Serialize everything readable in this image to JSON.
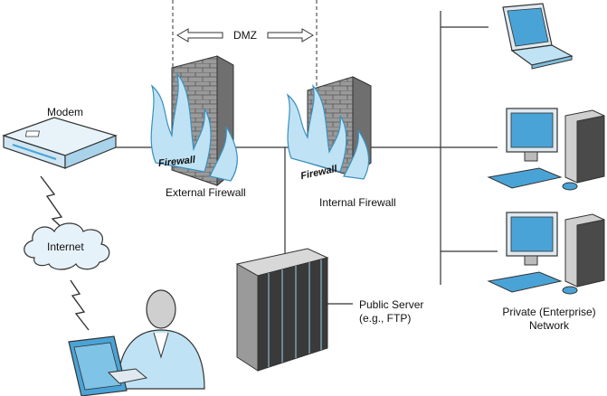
{
  "labels": {
    "dmz": "DMZ",
    "modem": "Modem",
    "internet": "Internet",
    "external_firewall": "External Firewall",
    "internal_firewall": "Internal Firewall",
    "firewall_tag": "Firewall",
    "public_server_line1": "Public Server",
    "public_server_line2": "(e.g., FTP)",
    "private_network_line1": "Private (Enterprise)",
    "private_network_line2": "Network"
  },
  "icons": {
    "modem": "modem-icon",
    "internet": "cloud-icon",
    "firewall": "brick-wall-flame-icon",
    "server": "server-rack-icon",
    "laptop": "laptop-icon",
    "desktop": "desktop-pc-icon",
    "user": "person-at-laptop-icon",
    "link": "lightning-link-icon"
  },
  "colors": {
    "accent_blue": "#4aa3d6",
    "light_blue": "#bfe3f4",
    "wall_gray": "#8a8a8a",
    "line": "#333333"
  }
}
